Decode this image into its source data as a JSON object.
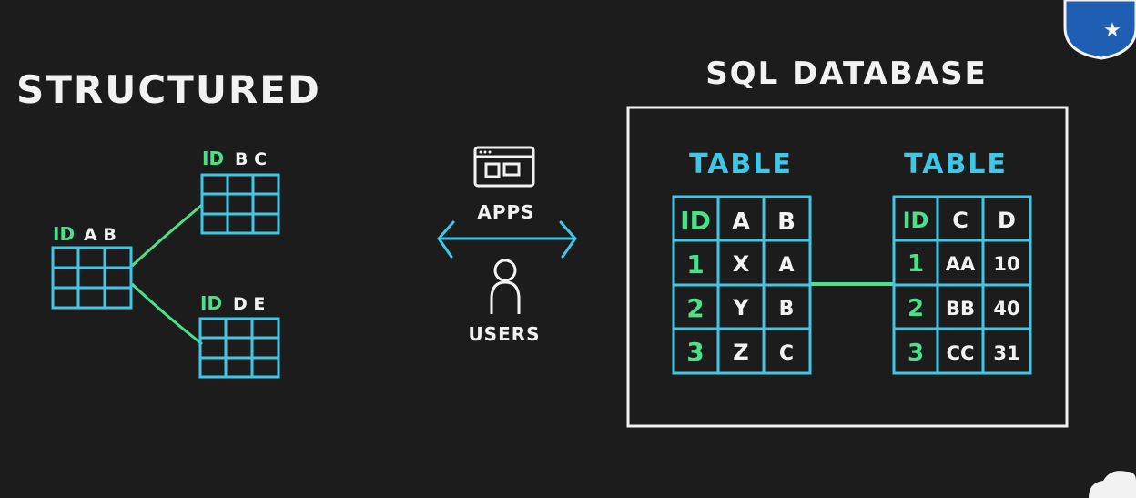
{
  "colors": {
    "background": "#1c1c1c",
    "white": "#f2f2f2",
    "cyan": "#3fc8e6",
    "green": "#4be08a"
  },
  "left": {
    "title": "STRUCTURED",
    "tables": [
      {
        "id_label": "ID",
        "cols": "A B"
      },
      {
        "id_label": "ID",
        "cols": "B C"
      },
      {
        "id_label": "ID",
        "cols": "D E"
      }
    ]
  },
  "middle": {
    "apps_label": "APPS",
    "users_label": "USERS",
    "apps_icon": "browser-window-icon",
    "users_icon": "person-icon",
    "arrow_icon": "double-arrow-icon"
  },
  "right": {
    "title": "SQL DATABASE",
    "table1": {
      "title": "TABLE",
      "headers": [
        "ID",
        "A",
        "B"
      ],
      "rows": [
        [
          "1",
          "X",
          "A"
        ],
        [
          "2",
          "Y",
          "B"
        ],
        [
          "3",
          "Z",
          "C"
        ]
      ]
    },
    "table2": {
      "title": "TABLE",
      "headers": [
        "ID",
        "C",
        "D"
      ],
      "rows": [
        [
          "1",
          "AA",
          "10"
        ],
        [
          "2",
          "BB",
          "40"
        ],
        [
          "3",
          "CC",
          "31"
        ]
      ]
    }
  },
  "corner_badge_icon": "star-badge-icon",
  "corner_cloud_icon": "cloud-icon"
}
